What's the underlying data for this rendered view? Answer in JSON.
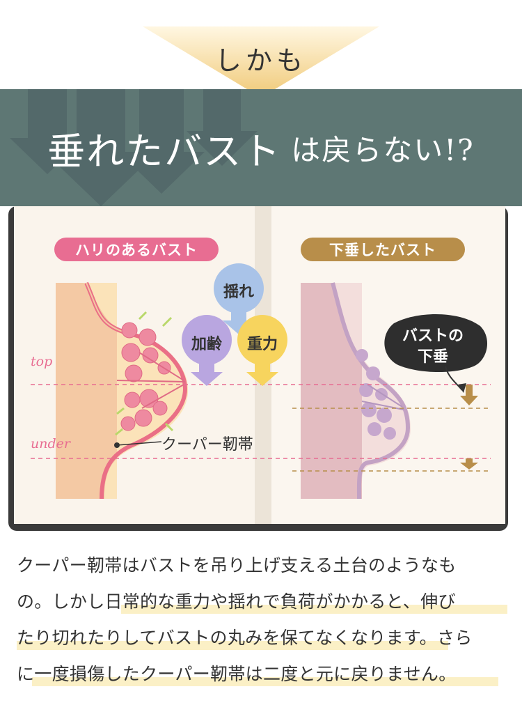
{
  "lead": {
    "text": "しかも"
  },
  "banner": {
    "title_main": "垂れたバスト",
    "title_sub": "は戻らない!?"
  },
  "diagram": {
    "left_label": "ハリのあるバスト",
    "right_label": "下垂したバスト",
    "causes": {
      "sway": "揺れ",
      "aging": "加齢",
      "gravity": "重力"
    },
    "line_top": "top",
    "line_under": "under",
    "cooper_label": "クーパー靭帯",
    "ribbon_line1": "バストの",
    "ribbon_line2": "下垂"
  },
  "description": {
    "lines": [
      "クーパー靭帯はバストを吊り上げ支える土台のようなも",
      "の。しかし日常的な重力や揺れで負荷がかかると、伸び",
      "たり切れたりしてバストの丸みを保てなくなります。さら",
      "に一度損傷したクーパー靭帯は二度と元に戻りません。"
    ]
  },
  "colors": {
    "banner": "#5e7774",
    "pink_accent": "#e86d92",
    "gold_accent": "#b88e4a",
    "purple": "#a992d6",
    "yellow": "#f3c34e",
    "highlight": "#fbf0c6"
  }
}
